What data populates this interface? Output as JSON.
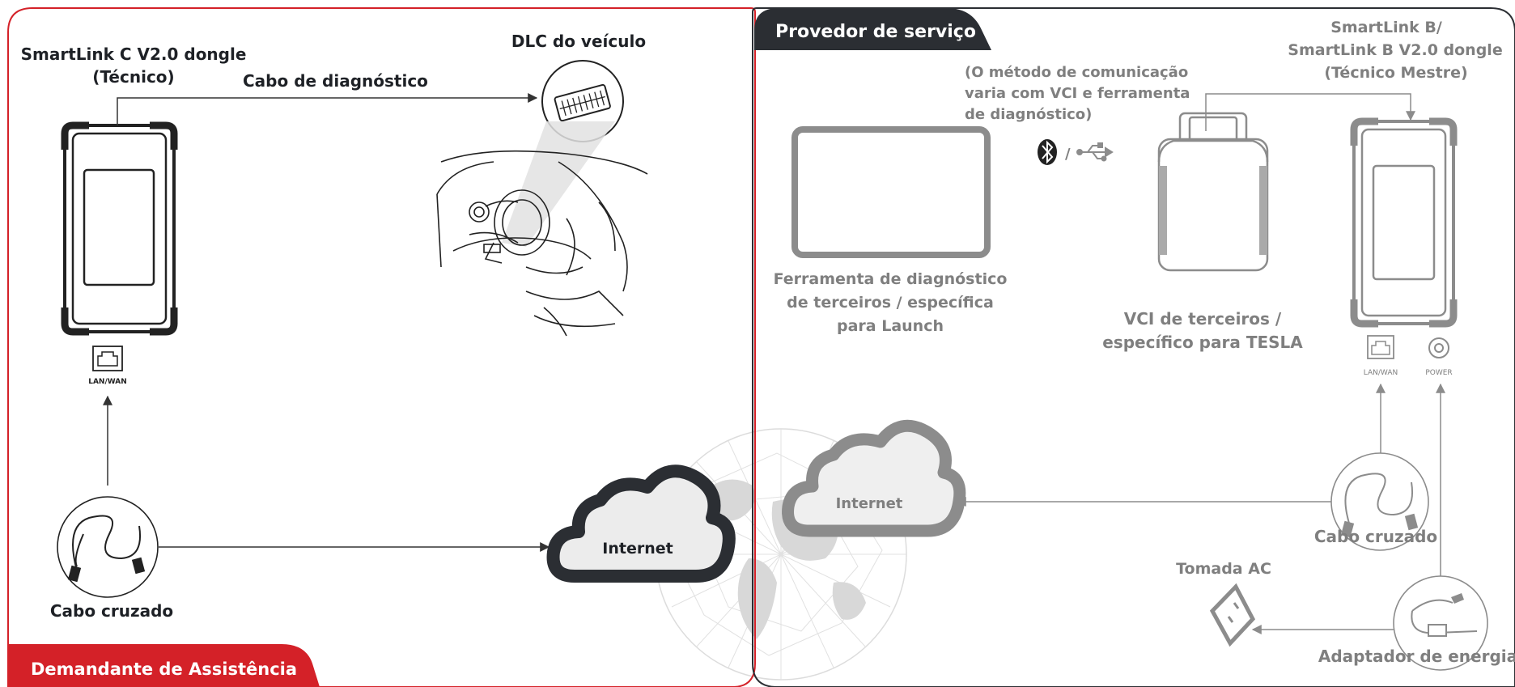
{
  "colors": {
    "requester": "#d42128",
    "provider": "#2b2e33",
    "grey": "#8c8c8c",
    "lightgrey": "#cfcfcf"
  },
  "requester": {
    "badge": "Demandante de Assistência",
    "dongle_label_line1": "SmartLink C V2.0 dongle",
    "dongle_label_line2": "(Técnico)",
    "diag_cable_label": "Cabo de diagnóstico",
    "dlc_label": "DLC do veículo",
    "lan_port_label": "LAN/WAN",
    "crossover_cable_label": "Cabo cruzado",
    "internet_label": "Internet"
  },
  "provider": {
    "badge": "Provedor de serviço",
    "dongle_label_line1": "SmartLink B/",
    "dongle_label_line2": "SmartLink B V2.0 dongle",
    "dongle_label_line3": "(Técnico Mestre)",
    "comm_note_line1": "(O método de comunicação",
    "comm_note_line2": "varia com VCI e ferramenta",
    "comm_note_line3": "de diagnóstico)",
    "comm_separator": "/",
    "tool_label_line1": "Ferramenta de diagnóstico",
    "tool_label_line2": "de terceiros / específica",
    "tool_label_line3": "para Launch",
    "vci_label_line1": "VCI de terceiros /",
    "vci_label_line2": "específico para TESLA",
    "lan_port_label": "LAN/WAN",
    "power_port_label": "POWER",
    "internet_label": "Internet",
    "crossover_cable_label": "Cabo cruzado",
    "ac_outlet_label": "Tomada AC",
    "power_adapter_label": "Adaptador de energia"
  },
  "icons": [
    "bluetooth-icon",
    "usb-icon",
    "lan-port-icon",
    "power-port-icon",
    "globe-icon",
    "cloud-icon",
    "car-dashboard-illustration",
    "obd-connector-icon",
    "ac-outlet-icon",
    "cable-icon",
    "power-adapter-icon"
  ]
}
